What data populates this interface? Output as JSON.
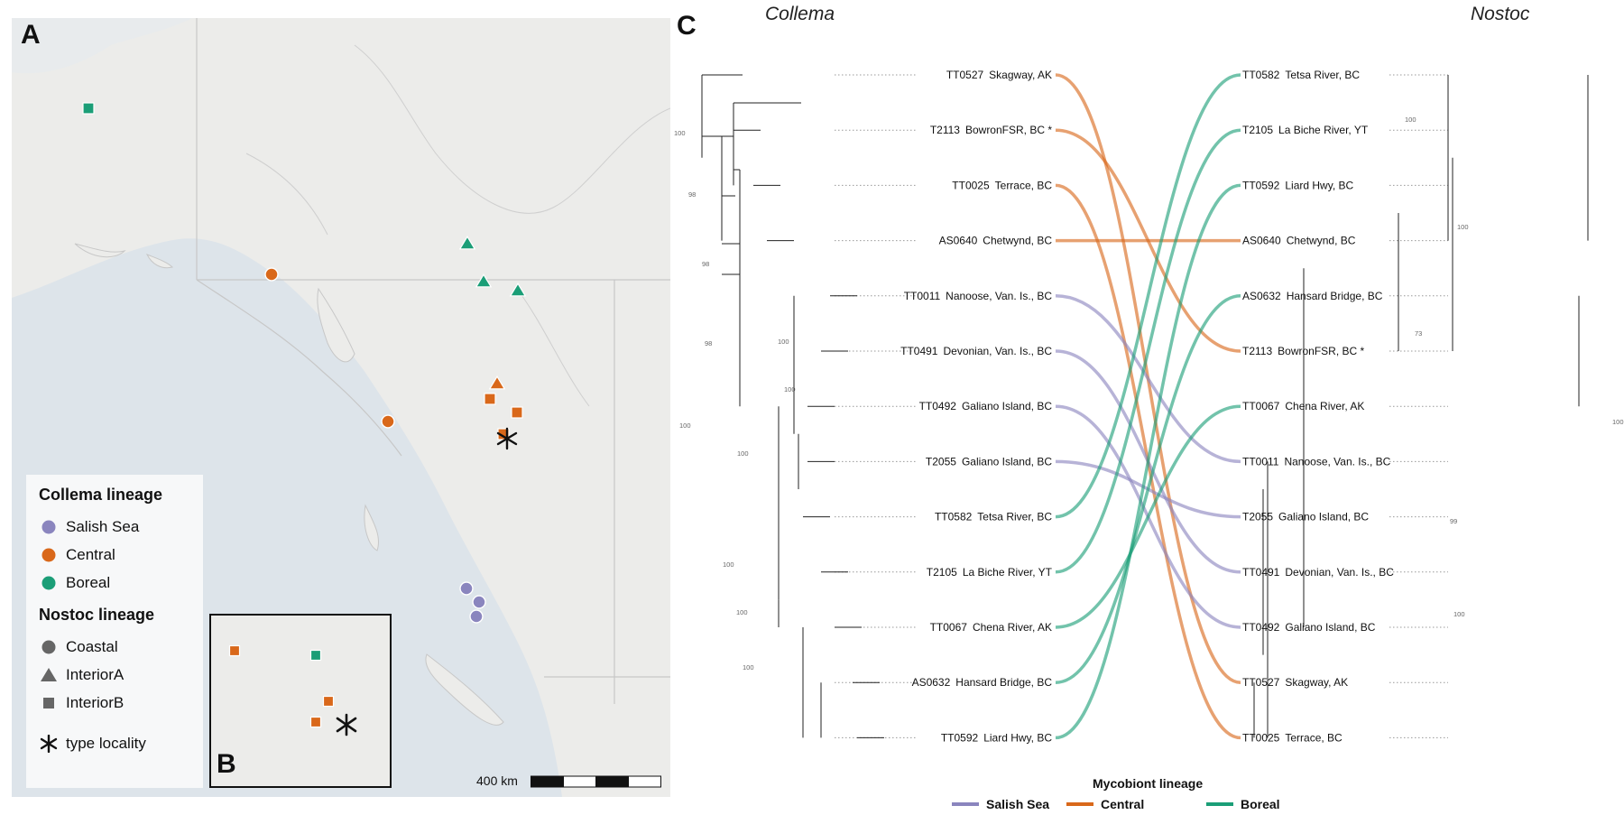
{
  "panels": {
    "a": "A",
    "b": "B",
    "c": "C"
  },
  "colors": {
    "salish_sea": "#8a85be",
    "central": "#d9681a",
    "boreal": "#1b9e77",
    "ocean": "#dde4ea",
    "land": "#ececea",
    "border": "#c7c7c7",
    "tree": "#222222",
    "dotted": "#999999"
  },
  "map": {
    "legend": {
      "collema_title": "Collema lineage",
      "collema_items": [
        {
          "label": "Salish Sea",
          "color": "salish_sea"
        },
        {
          "label": "Central",
          "color": "central"
        },
        {
          "label": "Boreal",
          "color": "boreal"
        }
      ],
      "nostoc_title": "Nostoc lineage",
      "nostoc_items": [
        {
          "label": "Coastal",
          "shape": "circle"
        },
        {
          "label": "InteriorA",
          "shape": "triangle"
        },
        {
          "label": "InteriorB",
          "shape": "square"
        }
      ],
      "type_locality": "type locality"
    },
    "scale_label": "400 km",
    "markers": [
      {
        "shape": "square",
        "color": "boreal"
      },
      {
        "shape": "circle",
        "color": "central"
      },
      {
        "shape": "triangle",
        "color": "boreal"
      },
      {
        "shape": "triangle",
        "color": "boreal"
      },
      {
        "shape": "triangle",
        "color": "boreal"
      },
      {
        "shape": "triangle",
        "color": "central"
      },
      {
        "shape": "square",
        "color": "central"
      },
      {
        "shape": "square",
        "color": "central"
      },
      {
        "shape": "square",
        "color": "central"
      },
      {
        "shape": "circle",
        "color": "central"
      },
      {
        "shape": "circle",
        "color": "salish_sea"
      },
      {
        "shape": "circle",
        "color": "salish_sea"
      },
      {
        "shape": "circle",
        "color": "salish_sea"
      }
    ],
    "inset_markers": [
      {
        "shape": "square",
        "color": "central"
      },
      {
        "shape": "square",
        "color": "boreal"
      },
      {
        "shape": "square",
        "color": "central"
      },
      {
        "shape": "square",
        "color": "central"
      }
    ]
  },
  "tanglegram": {
    "left_title": "Collema",
    "right_title": "Nostoc",
    "left_tips": [
      {
        "id": "TT0527",
        "place": "Skagway, AK",
        "lineage": "central"
      },
      {
        "id": "T2113",
        "place": "BowronFSR, BC *",
        "lineage": "central"
      },
      {
        "id": "TT0025",
        "place": "Terrace, BC",
        "lineage": "central"
      },
      {
        "id": "AS0640",
        "place": "Chetwynd, BC",
        "lineage": "central"
      },
      {
        "id": "TT0011",
        "place": "Nanoose, Van. Is., BC",
        "lineage": "salish_sea"
      },
      {
        "id": "TT0491",
        "place": "Devonian, Van. Is., BC",
        "lineage": "salish_sea"
      },
      {
        "id": "TT0492",
        "place": "Galiano Island, BC",
        "lineage": "salish_sea"
      },
      {
        "id": "T2055",
        "place": "Galiano Island, BC",
        "lineage": "salish_sea"
      },
      {
        "id": "TT0582",
        "place": "Tetsa River, BC",
        "lineage": "boreal"
      },
      {
        "id": "T2105",
        "place": "La Biche River, YT",
        "lineage": "boreal"
      },
      {
        "id": "TT0067",
        "place": "Chena River, AK",
        "lineage": "boreal"
      },
      {
        "id": "AS0632",
        "place": "Hansard Bridge, BC",
        "lineage": "boreal"
      },
      {
        "id": "TT0592",
        "place": "Liard Hwy, BC",
        "lineage": "boreal"
      }
    ],
    "right_tips": [
      {
        "id": "TT0582",
        "place": "Tetsa River, BC"
      },
      {
        "id": "T2105",
        "place": "La Biche River, YT"
      },
      {
        "id": "TT0592",
        "place": "Liard Hwy, BC"
      },
      {
        "id": "AS0640",
        "place": "Chetwynd, BC"
      },
      {
        "id": "AS0632",
        "place": "Hansard Bridge, BC"
      },
      {
        "id": "T2113",
        "place": "BowronFSR, BC *"
      },
      {
        "id": "TT0067",
        "place": "Chena River, AK"
      },
      {
        "id": "TT0011",
        "place": "Nanoose, Van. Is., BC"
      },
      {
        "id": "T2055",
        "place": "Galiano Island, BC"
      },
      {
        "id": "TT0491",
        "place": "Devonian, Van. Is., BC"
      },
      {
        "id": "TT0492",
        "place": "Galiano Island, BC"
      },
      {
        "id": "TT0527",
        "place": "Skagway, AK"
      },
      {
        "id": "TT0025",
        "place": "Terrace, BC"
      }
    ],
    "left_support": [
      "100",
      "98",
      "98",
      "98",
      "100",
      "100",
      "100",
      "100",
      "100",
      "100",
      "100"
    ],
    "right_support": [
      "100",
      "100",
      "73",
      "100",
      "99",
      "100"
    ],
    "legend_title": "Mycobiont lineage",
    "legend_items": [
      {
        "label": "Salish Sea",
        "color": "salish_sea"
      },
      {
        "label": "Central",
        "color": "central"
      },
      {
        "label": "Boreal",
        "color": "boreal"
      }
    ]
  }
}
